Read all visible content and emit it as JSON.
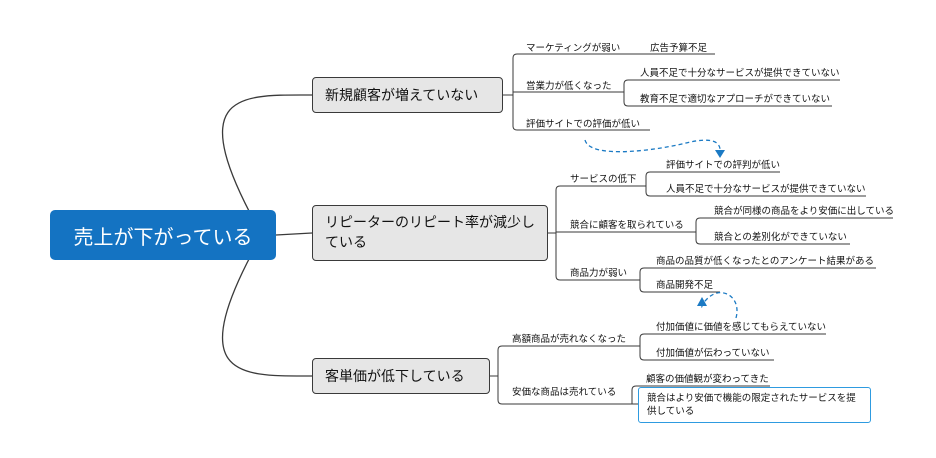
{
  "root": {
    "label": "売上が下がっている"
  },
  "branches": [
    {
      "label": "新規顧客が増えていない",
      "children": [
        {
          "label": "マーケティングが弱い",
          "children": [
            {
              "label": "広告予算不足"
            }
          ]
        },
        {
          "label": "営業力が低くなった",
          "children": [
            {
              "label": "人員不足で十分なサービスが提供できていない"
            },
            {
              "label": "教育不足で適切なアプローチができていない"
            }
          ]
        },
        {
          "label": "評価サイトでの評価が低い",
          "children": []
        }
      ]
    },
    {
      "label": "リピーターのリピート率が減少している",
      "children": [
        {
          "label": "サービスの低下",
          "children": [
            {
              "label": "評価サイトでの評判が低い"
            },
            {
              "label": "人員不足で十分なサービスが提供できていない"
            }
          ]
        },
        {
          "label": "競合に顧客を取られている",
          "children": [
            {
              "label": "競合が同様の商品をより安価に出している"
            },
            {
              "label": "競合との差別化ができていない"
            }
          ]
        },
        {
          "label": "商品力が弱い",
          "children": [
            {
              "label": "商品の品質が低くなったとのアンケート結果がある"
            },
            {
              "label": "商品開発不足"
            }
          ]
        }
      ]
    },
    {
      "label": "客単価が低下している",
      "children": [
        {
          "label": "高額商品が売れなくなった",
          "children": [
            {
              "label": "付加価値に価値を感じてもらえていない"
            },
            {
              "label": "付加価値が伝わっていない"
            }
          ]
        },
        {
          "label": "安価な商品は売れている",
          "children": [
            {
              "label": "顧客の価値観が変わってきた"
            },
            {
              "label": "競合はより安価で機能の限定されたサービスを提供している"
            }
          ]
        }
      ]
    }
  ],
  "colors": {
    "root_fill": "#1473c2",
    "line": "#3a3a3a",
    "relation": "#1b7ac4",
    "selection": "#2e9be0"
  }
}
